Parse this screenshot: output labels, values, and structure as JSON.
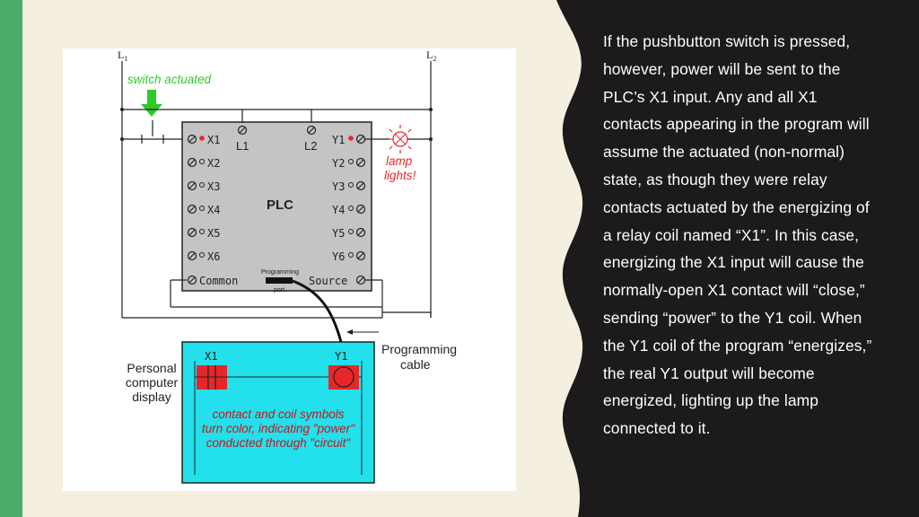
{
  "colors": {
    "background": "#f5efdf",
    "accent_strip": "#4cab6b",
    "dark_panel": "#1c1a1a",
    "plc_body": "#c4c4c4",
    "pc_display": "#22e0ec",
    "active_red": "#e8262a",
    "switch_green": "#2eca28"
  },
  "diagram": {
    "l1_label": "L",
    "l1_sub": "1",
    "l2_label": "L",
    "l2_sub": "2",
    "switch_note": "switch actuated",
    "plc_title": "PLC",
    "plc_l1": "L1",
    "plc_l2": "L2",
    "inputs": [
      "X1",
      "X2",
      "X3",
      "X4",
      "X5",
      "X6"
    ],
    "outputs": [
      "Y1",
      "Y2",
      "Y3",
      "Y4",
      "Y5",
      "Y6"
    ],
    "common_label": "Common",
    "source_label": "Source",
    "port_label_1": "Programming",
    "port_label_2": "port",
    "lamp_note_1": "lamp",
    "lamp_note_2": "lights!",
    "cable_label_1": "Programming",
    "cable_label_2": "cable",
    "pc_label_1": "Personal",
    "pc_label_2": "computer",
    "pc_label_3": "display",
    "pc_contact_label": "X1",
    "pc_coil_label": "Y1",
    "pc_note_1": "contact and coil symbols",
    "pc_note_2": "turn color, indicating \"power\"",
    "pc_note_3": "conducted through \"circuit\""
  },
  "description": {
    "paragraph": "If the pushbutton switch is pressed, however, power will be sent to the PLC’s X1 input. Any and all X1 contacts appearing in the program will assume the actuated (non-normal) state, as though they were relay contacts actuated by the energizing of a relay coil named “X1”. In this case, energizing the X1 input will cause the normally-open X1 contact will “close,” sending “power” to the Y1 coil. When the Y1 coil of the program “energizes,” the real Y1 output will become energized, lighting up the lamp connected to it."
  }
}
